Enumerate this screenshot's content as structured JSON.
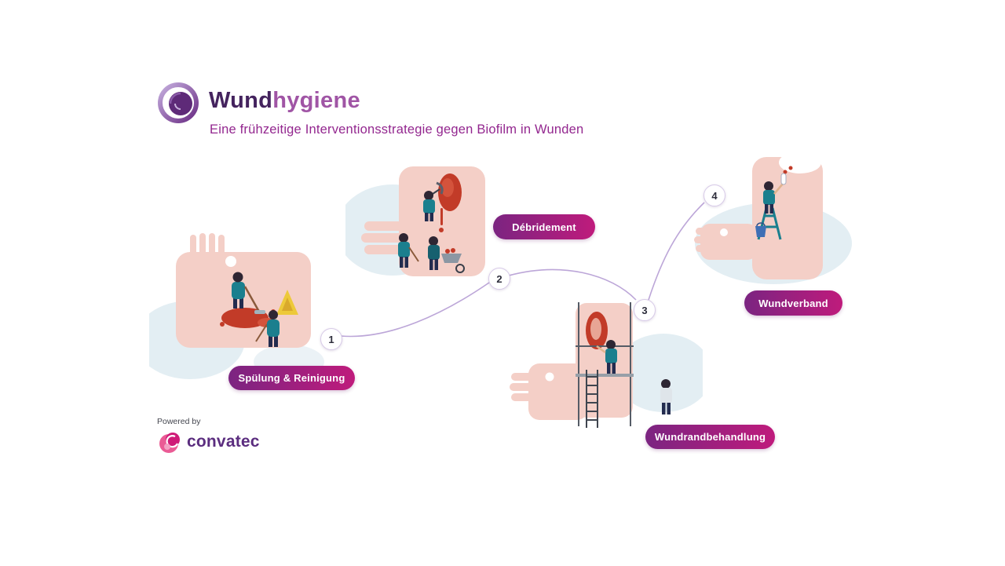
{
  "header": {
    "logo_icon": "wundhygiene-circle-logo",
    "title_part1": "Wund",
    "title_part2": "hygiene",
    "subtitle": "Eine frühzeitige Interventionsstrategie gegen Biofilm in Wunden"
  },
  "steps": [
    {
      "number": "1",
      "label": "Spülung & Reinigung",
      "illustration": "mopping-wound-cleaning-scene"
    },
    {
      "number": "2",
      "label": "Débridement",
      "illustration": "pickaxe-wheelbarrow-debridement-scene"
    },
    {
      "number": "3",
      "label": "Wundrandbehandlung",
      "illustration": "scaffolding-wound-edge-scene"
    },
    {
      "number": "4",
      "label": "Wundverband",
      "illustration": "painting-dressing-scene"
    }
  ],
  "footer": {
    "powered_by_label": "Powered by",
    "brand_name": "convatec",
    "brand_icon": "convatec-swirl-icon"
  },
  "colors": {
    "pill_gradient_start": "#7b2481",
    "pill_gradient_end": "#bf1b7c",
    "title_dark_purple": "#44235e",
    "title_light_purple": "#a055a5",
    "subtitle_magenta": "#93278f",
    "connector_lavender": "#bca6d8",
    "skin_pink": "#f4cfc7",
    "wound_red": "#c23b28",
    "background_blob_blue": "#e3eef3",
    "worker_teal": "#1b7f8e",
    "worker_navy": "#232c4f"
  }
}
